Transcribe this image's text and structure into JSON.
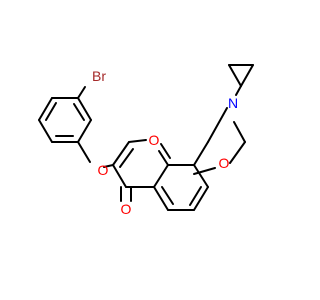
{
  "colors": {
    "background": "#ffffff",
    "bond": "#000000",
    "oxygen": "#ff0000",
    "nitrogen": "#0000ff",
    "bromine": "#a52a2a"
  },
  "atom_labels": {
    "bromine": "Br",
    "ether_oxygen": "O",
    "pyran_oxygen": "O",
    "oxazine_oxygen": "O",
    "carbonyl_oxygen": "O",
    "nitrogen": "N"
  }
}
